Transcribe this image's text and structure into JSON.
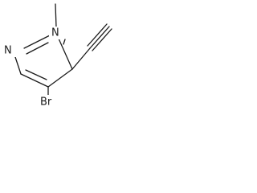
{
  "molecule": {
    "atoms": {
      "n1": "N",
      "n2": "N",
      "br": "Br"
    },
    "colors": {
      "bond": "#1a1a1a",
      "background": "#ffffff"
    }
  }
}
